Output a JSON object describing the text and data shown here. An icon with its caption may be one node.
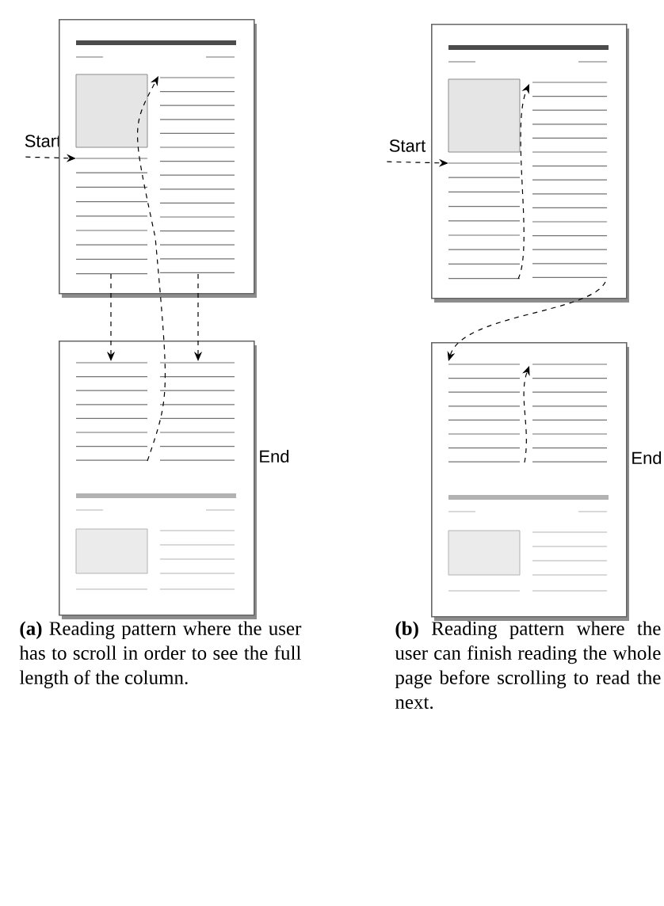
{
  "diagram": {
    "nodes": [
      {
        "text": [
          "Start"
        ]
      },
      {
        "text": [],
        "shape": "picture"
      },
      {
        "text": [],
        "shape": "picture",
        "beside": [
          "End"
        ]
      },
      {
        "text": [
          "Start"
        ]
      },
      {
        "text": [],
        "shape": "picture"
      },
      {
        "text": [],
        "shape": "picture",
        "beside": [
          "End"
        ]
      }
    ],
    "edges": [
      {
        "from": 0,
        "to": 1,
        "arrow": "to",
        "style": "dashed"
      },
      {
        "from": 1,
        "to": 2,
        "arrow": "to",
        "style": "dashed"
      },
      {
        "from": 1,
        "to": 2,
        "arrow": "to",
        "style": "dashed"
      },
      {
        "from": 2,
        "to": 1,
        "arrow": "to",
        "style": "dashed"
      },
      {
        "from": 3,
        "to": 4,
        "arrow": "to",
        "style": "dashed"
      },
      {
        "from": 4,
        "to": 5,
        "arrow": "to",
        "style": "dashed"
      }
    ],
    "labels": [
      "**(a)** Reading pattern where the user has to scroll in order to see the full length of the column.",
      "**(b)** Reading pattern where the user can finish reading the whole page before scrolling to read the next."
    ]
  }
}
